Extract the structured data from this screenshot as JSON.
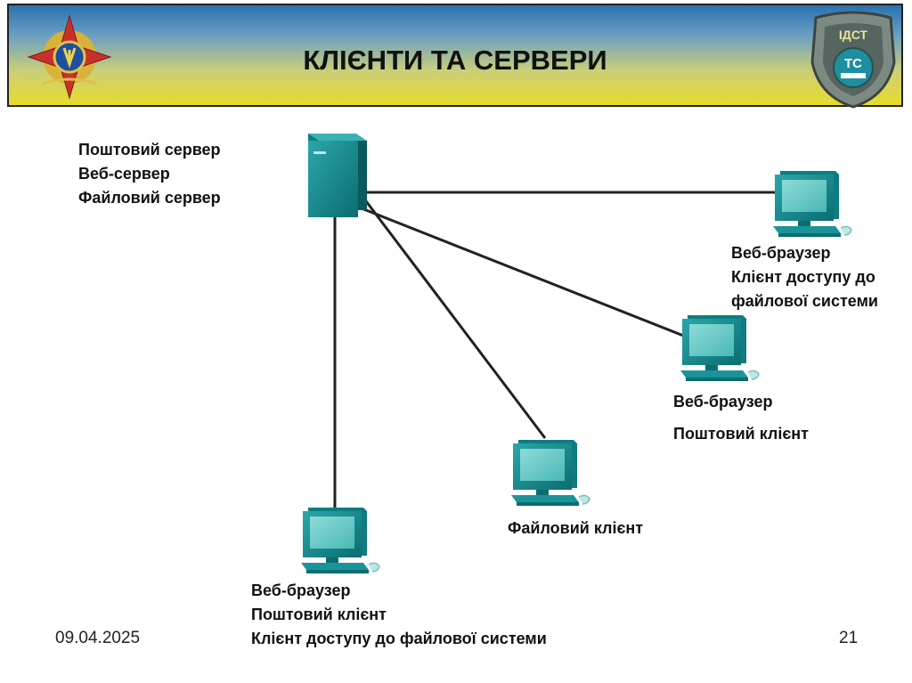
{
  "slide": {
    "title": "КЛІЄНТИ ТА СЕРВЕРИ",
    "date": "09.04.2025",
    "page_number": "21"
  },
  "emblem_right": {
    "text_top": "ІДСТ",
    "text_mid": "ТС"
  },
  "server": {
    "roles": [
      "Поштовий сервер",
      "Веб-сервер",
      "Файловий сервер"
    ]
  },
  "clients": [
    {
      "roles": [
        "Веб-браузер",
        "Клієнт доступу до",
        "файлової системи"
      ]
    },
    {
      "roles": [
        "Веб-браузер",
        "Поштовий клієнт"
      ]
    },
    {
      "roles": [
        "Файловий клієнт"
      ]
    },
    {
      "roles": [
        "Веб-браузер",
        "Поштовий клієнт",
        "Клієнт доступу до файлової системи"
      ]
    }
  ],
  "colors": {
    "teal_dark": "#0b6d72",
    "teal_mid": "#1a9499",
    "teal_light": "#5fc9c7",
    "line": "#222222"
  }
}
